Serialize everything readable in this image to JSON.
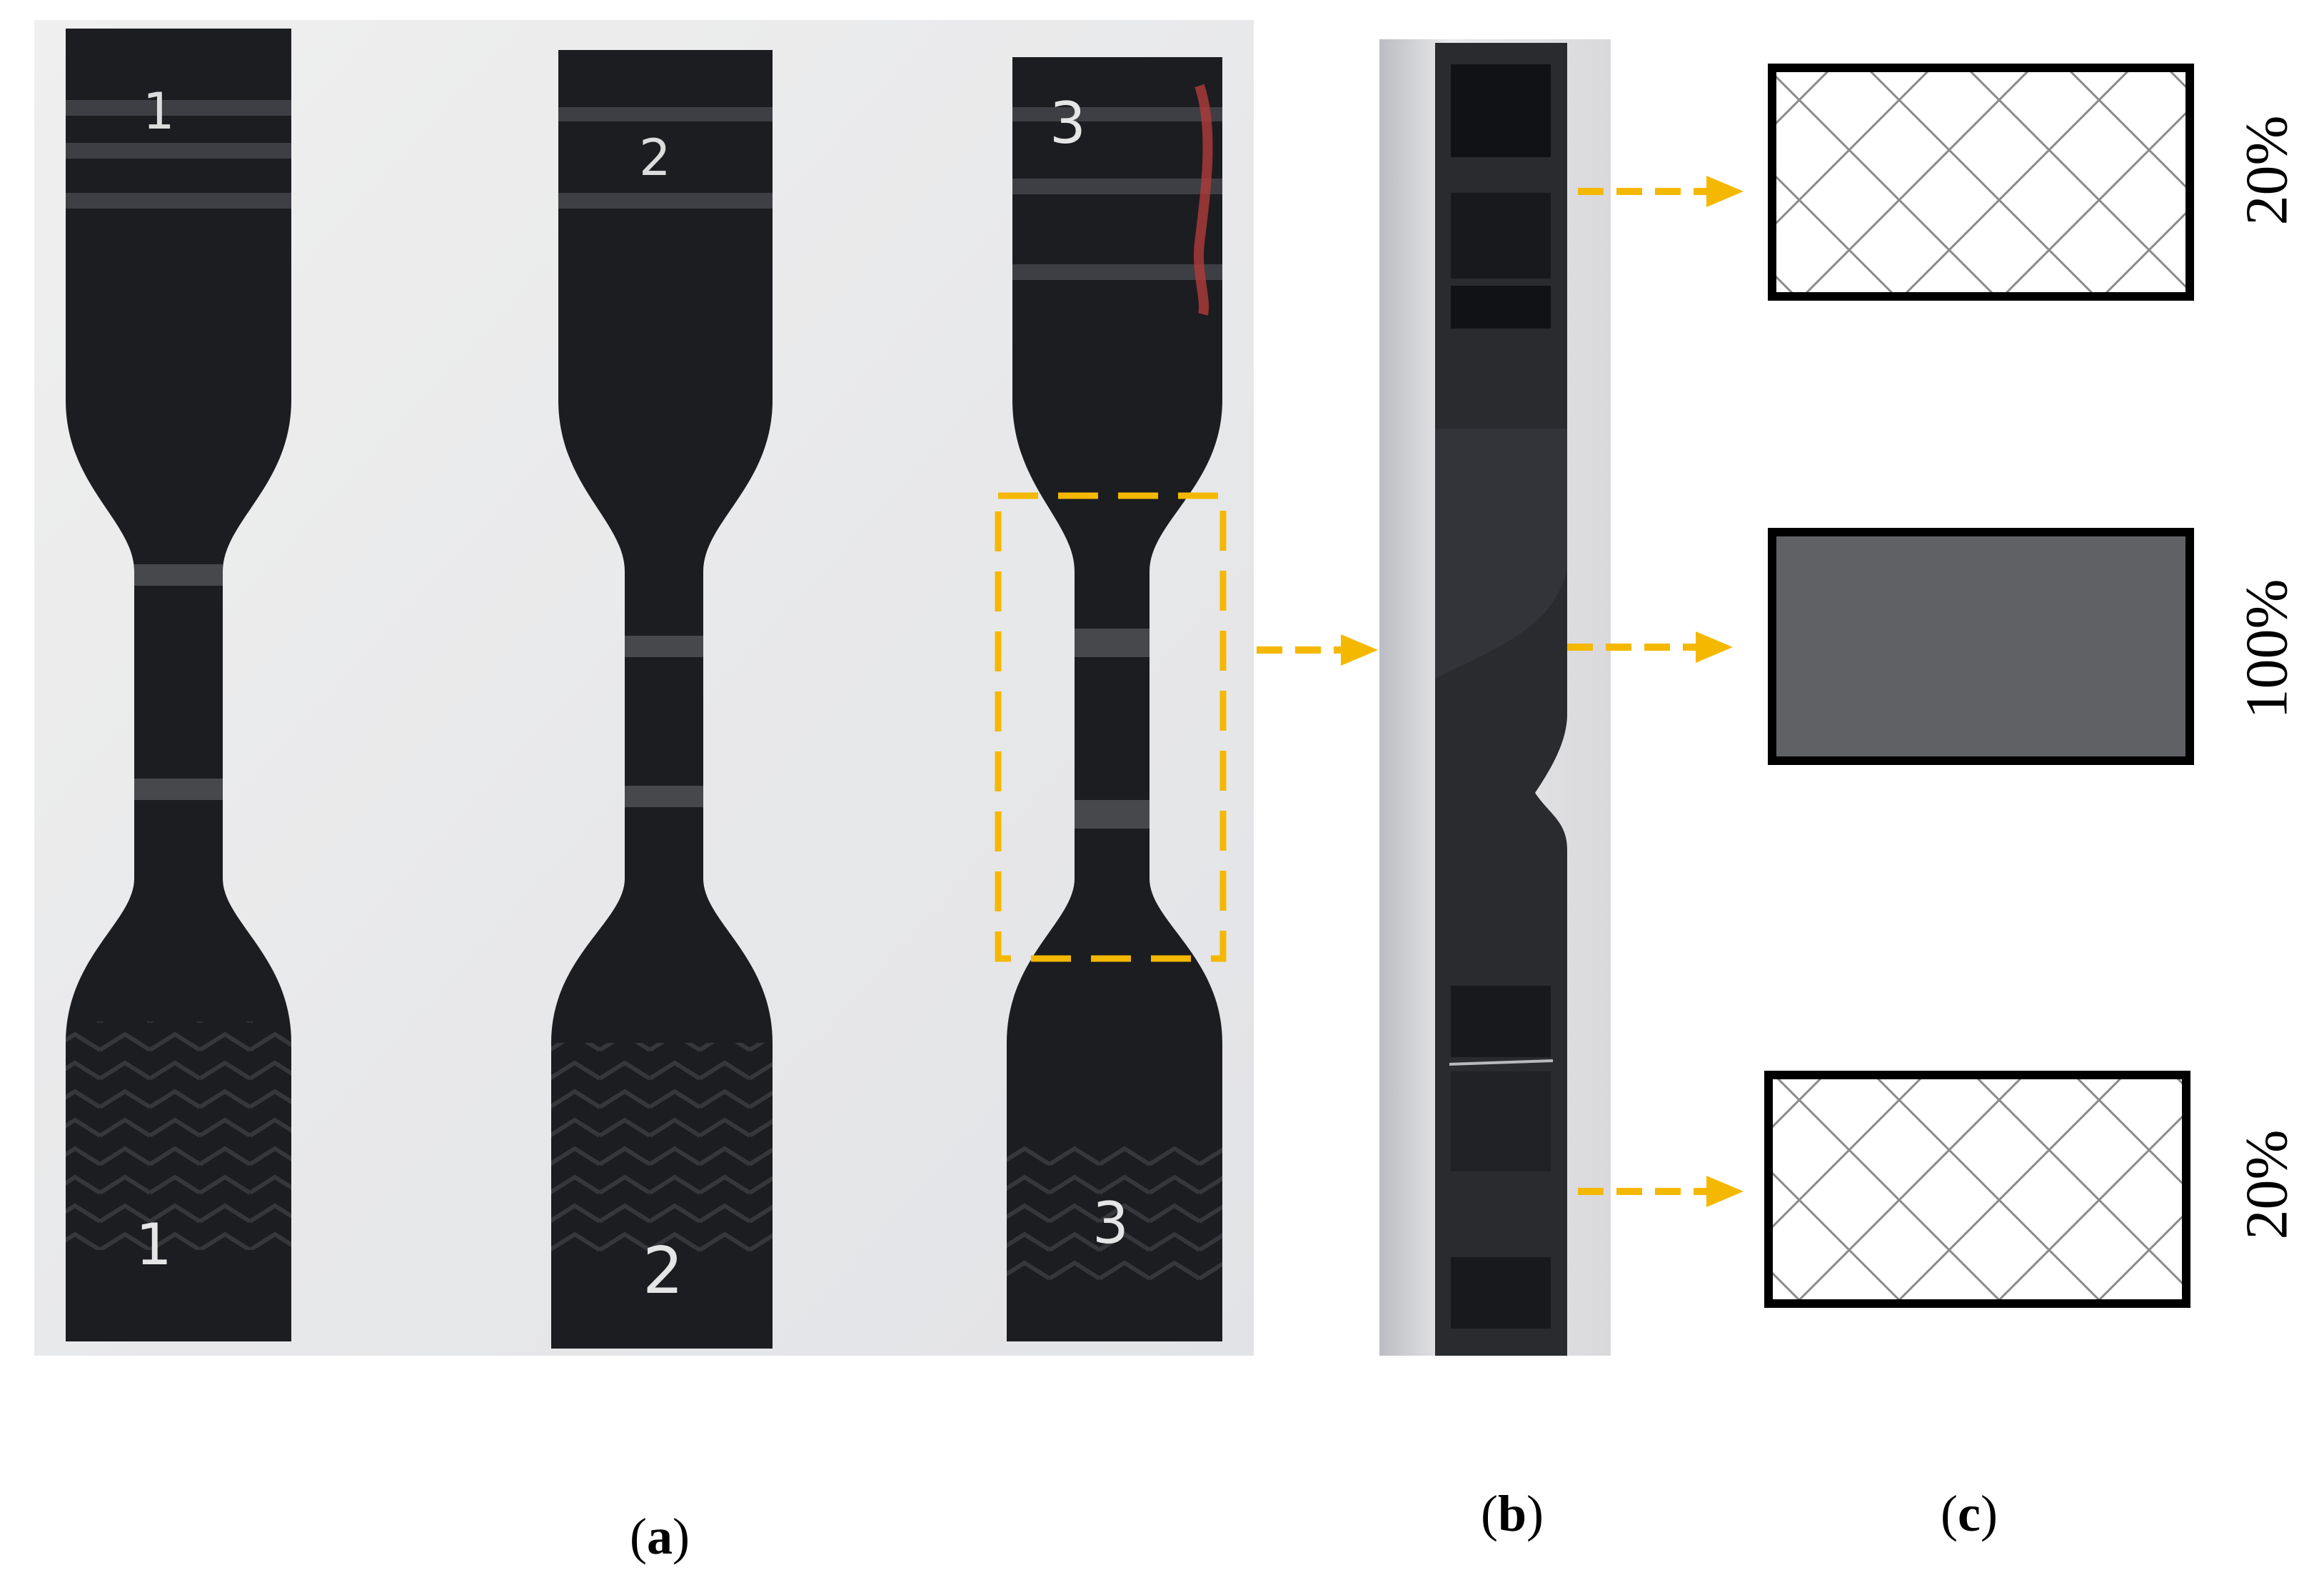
{
  "panels": {
    "a": {
      "open": "(",
      "letter": "a",
      "close": ")"
    },
    "b": {
      "open": "(",
      "letter": "b",
      "close": ")"
    },
    "c": {
      "open": "(",
      "letter": "c",
      "close": ")"
    }
  },
  "specimens": [
    {
      "top_mark": "1",
      "bottom_mark": "1"
    },
    {
      "top_mark": "2",
      "bottom_mark": "2"
    },
    {
      "top_mark": "3",
      "bottom_mark": "3"
    }
  ],
  "infill": {
    "top": "20%",
    "middle": "100%",
    "bottom": "20%"
  },
  "colors": {
    "accent_dash": "#f5b800",
    "specimen": "#1c1d20",
    "solid_infill": "#5f6165",
    "photo_background": "#ecedef"
  }
}
